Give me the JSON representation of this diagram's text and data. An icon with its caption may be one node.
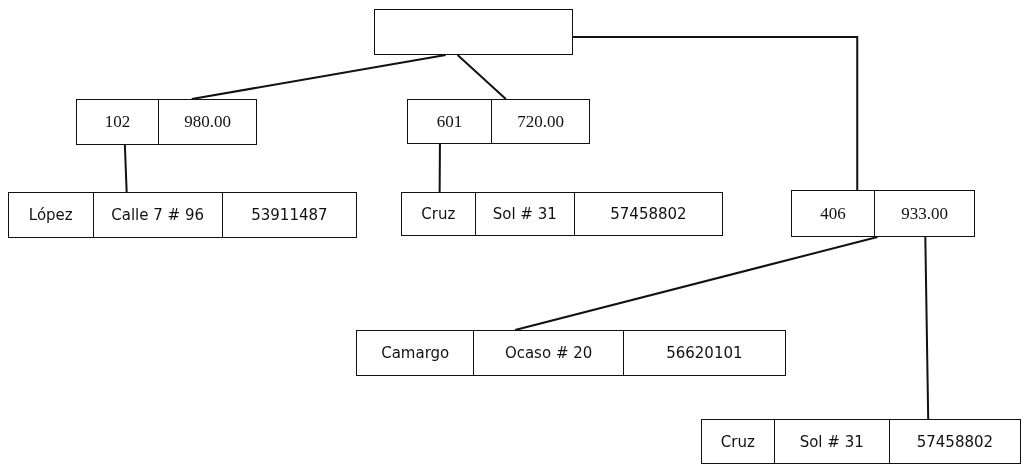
{
  "diagram": {
    "nodes": [
      {
        "text": [],
        "shape": "box"
      },
      {
        "text": [
          "102",
          "980.00"
        ]
      },
      {
        "text": [
          "601",
          "720.00"
        ]
      },
      {
        "text": [
          "López",
          "Calle 7 # 96",
          "53911487"
        ]
      },
      {
        "text": [
          "Cruz",
          "Sol # 31",
          "57458802"
        ]
      },
      {
        "text": [
          "406",
          "933.00"
        ]
      },
      {
        "text": [
          "Camargo",
          "Ocaso # 20",
          "56620101"
        ]
      },
      {
        "text": [
          "Cruz",
          "Sol # 31",
          "57458802"
        ]
      }
    ],
    "edges": [
      {
        "from": 0,
        "to": 1,
        "arrow": "none"
      },
      {
        "from": 0,
        "to": 2,
        "arrow": "none"
      },
      {
        "from": 0,
        "to": 5,
        "arrow": "none"
      },
      {
        "from": 1,
        "to": 3,
        "arrow": "none"
      },
      {
        "from": 2,
        "to": 4,
        "arrow": "none"
      },
      {
        "from": 5,
        "to": 6,
        "arrow": "none"
      },
      {
        "from": 5,
        "to": 7,
        "arrow": "none"
      }
    ]
  }
}
